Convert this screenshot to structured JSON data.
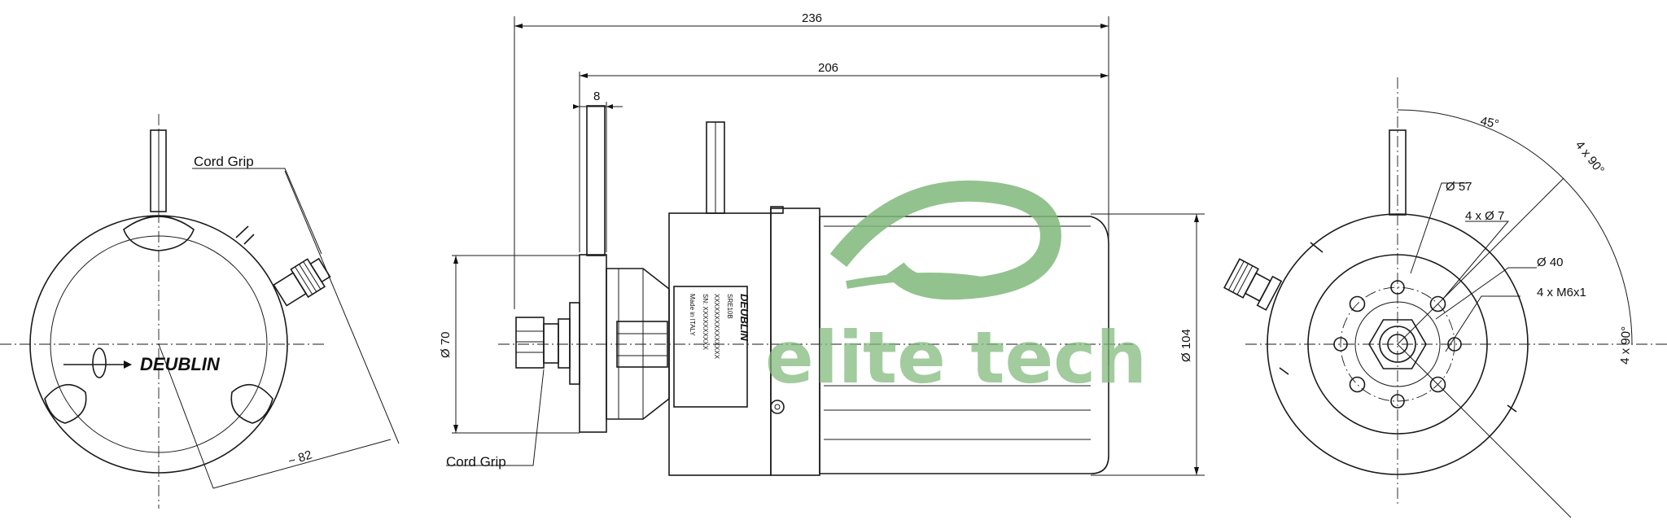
{
  "labels": {
    "cord_grip_left": "Cord Grip",
    "cord_grip_middle": "Cord Grip",
    "brand_left": "DEUBLIN",
    "brand_plate": "DEUBLIN",
    "plate_line1": "SRE10B",
    "plate_line2": "XXXXXXXXXXXXXXX",
    "plate_line3": "SN: XXXXXXXXXX",
    "plate_line4": "Made in ITALY"
  },
  "dimensions": {
    "overall_length": "236",
    "body_length": "206",
    "flange_thickness": "8",
    "flange_diameter": "Ø 70",
    "body_diameter": "Ø 104",
    "grip_clearance": "~ 82",
    "angle_offset": "45°",
    "angle_pattern_upper": "4 x 90°",
    "angle_pattern_right": "4 x 90°",
    "bolt_circle": "Ø 57",
    "bolt_holes": "4 x Ø 7",
    "pilot_diameter": "Ø 40",
    "threaded_holes": "4 x M6x1"
  },
  "watermark": {
    "text": "elite tech",
    "color": "#7fb87a"
  }
}
